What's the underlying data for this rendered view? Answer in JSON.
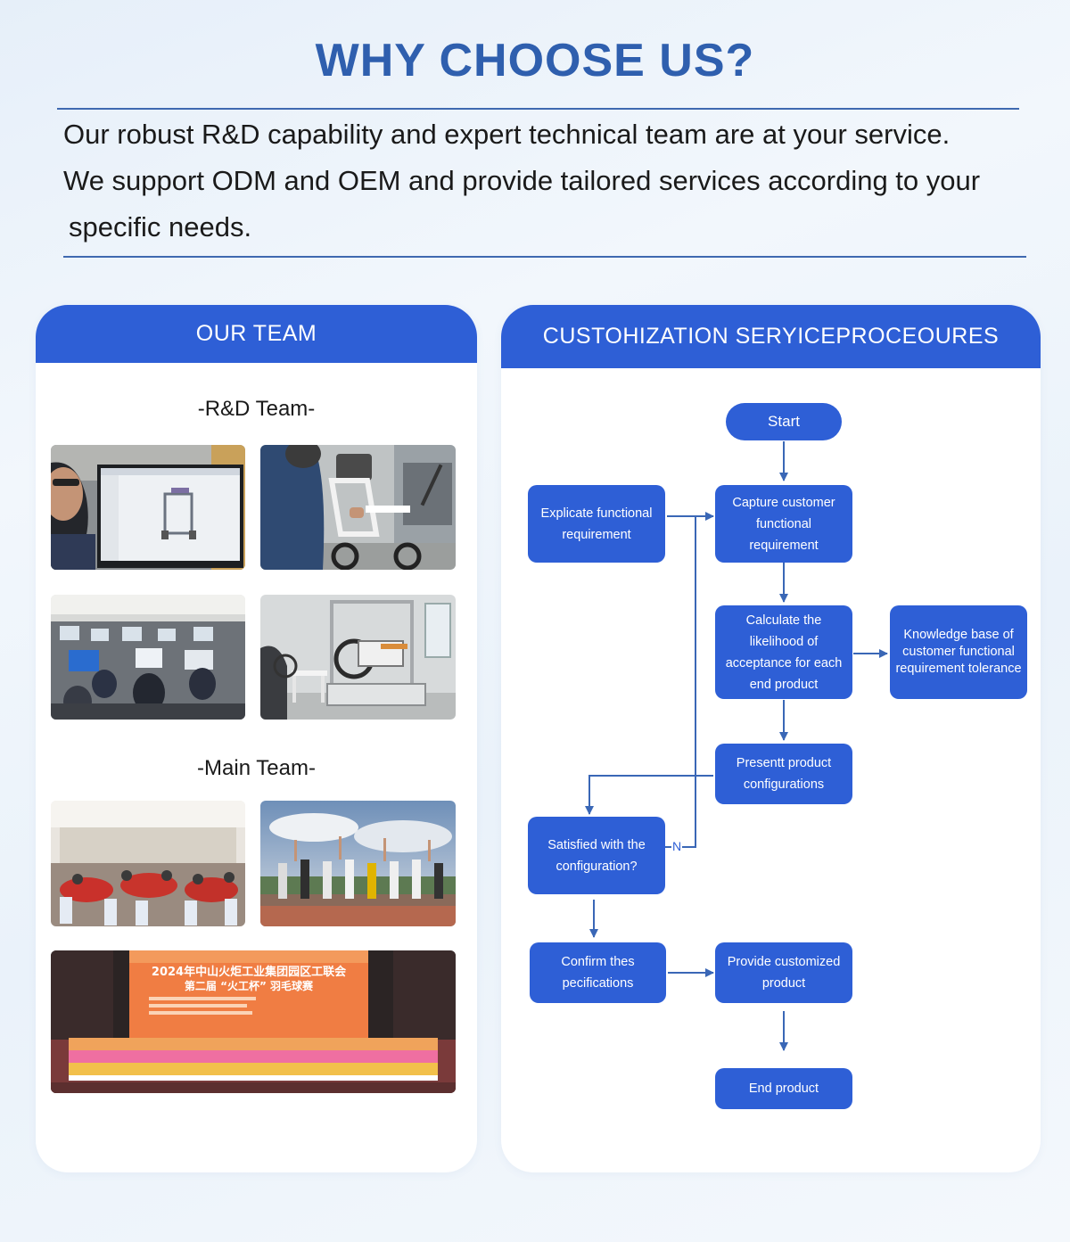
{
  "heading": "WHY CHOOSE US?",
  "intro": {
    "line1": "Our robust R&D capability and expert technical team are at your service.",
    "line2": "We support ODM and OEM and provide tailored services according to your",
    "line3": "specific needs."
  },
  "team_panel": {
    "title": "OUR TEAM",
    "rd_label": "-R&D Team-",
    "main_label": "-Main Team-",
    "banner_line1": "2024年中山火炬工业集团园区工联会",
    "banner_line2": "第二届 “火工杯” 羽毛球赛"
  },
  "flow_panel": {
    "title": "CUSTOHIZATION SERYICEPROCEOURES",
    "nodes": {
      "start": "Start",
      "explicate": "Explicate functional requirement",
      "capture": "Capture customer functional requirement",
      "calculate": "Calculate the likelihood of acceptance for each end product",
      "knowledge": "Knowledge base of customer functional requirement tolerance",
      "present": "Presentt product configurations",
      "satisfied": "Satisfied with the configuration?",
      "confirm": "Confirm thes pecifications",
      "provide": "Provide customized product",
      "end": "End product"
    },
    "no_label": "N"
  },
  "colors": {
    "heading": "#2f5fae",
    "accent": "#2e5fd6",
    "rule": "#3f69b0",
    "connector": "#3a67b6"
  }
}
